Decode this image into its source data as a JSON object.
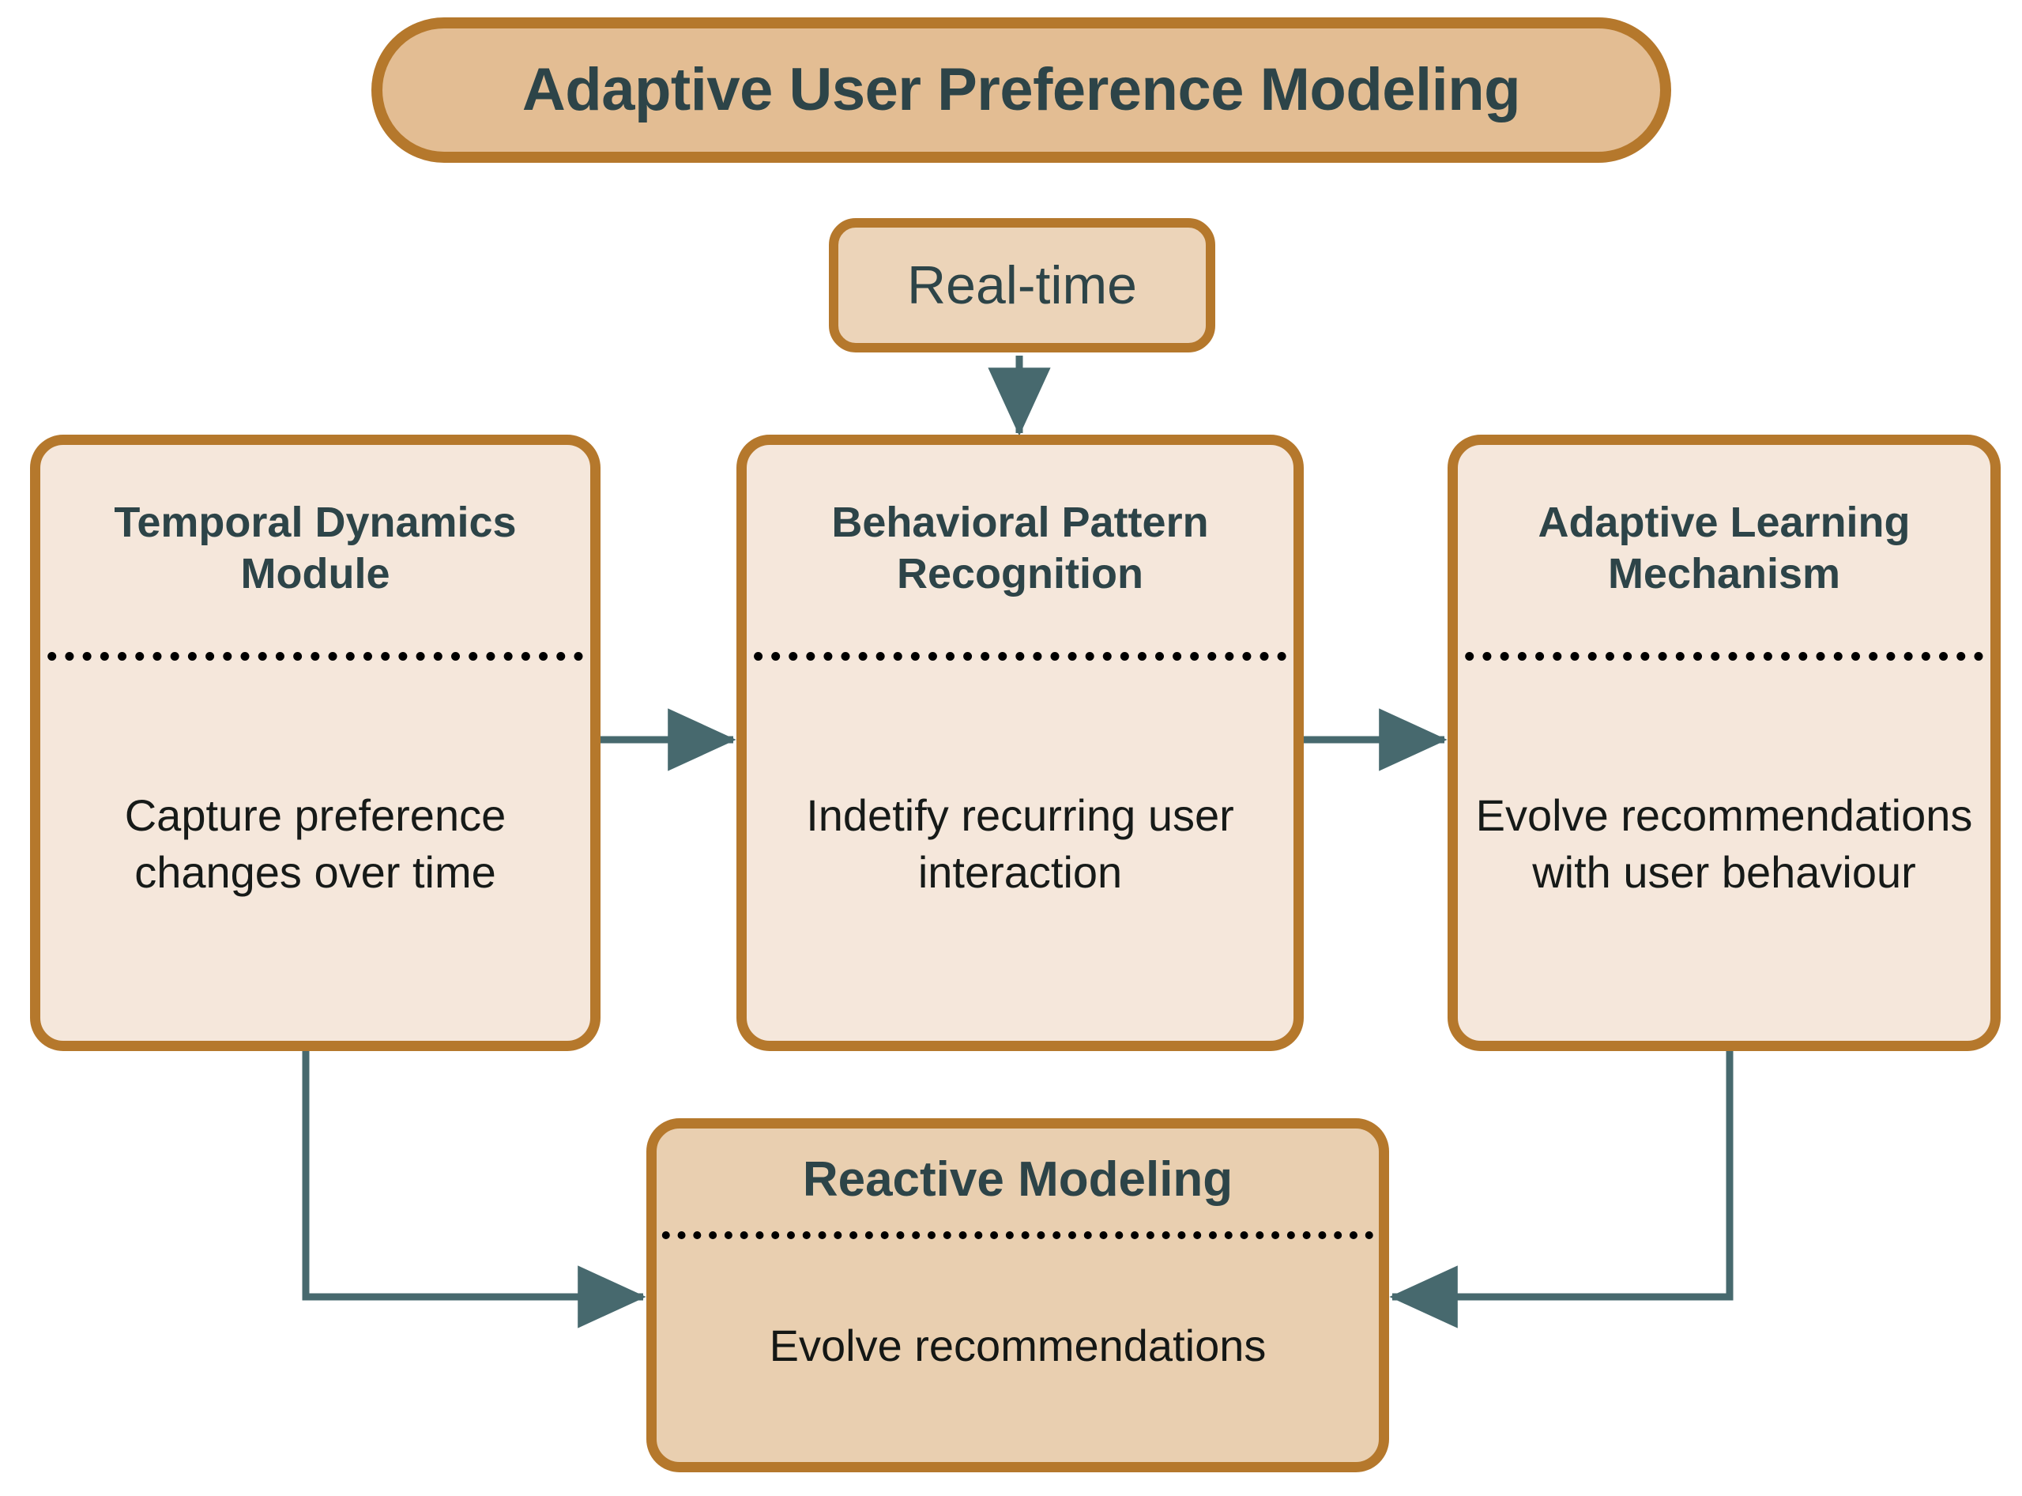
{
  "diagram": {
    "title": "Adaptive User Preference Modeling",
    "trigger": {
      "label": "Real-time"
    },
    "modules": [
      {
        "heading": "Temporal Dynamics Module",
        "description": "Capture preference changes over time"
      },
      {
        "heading": "Behavioral Pattern Recognition",
        "description": "Indetify recurring user interaction"
      },
      {
        "heading": "Adaptive Learning Mechanism",
        "description": "Evolve recommendations with user behaviour"
      }
    ],
    "outcome": {
      "heading": "Reactive Modeling",
      "description": "Evolve recommendations"
    },
    "connectors": [
      {
        "name": "realtime-to-behavioral",
        "kind": "arrow-down"
      },
      {
        "name": "temporal-to-behavioral",
        "kind": "arrow-right"
      },
      {
        "name": "behavioral-to-adaptive",
        "kind": "arrow-right"
      },
      {
        "name": "temporal-to-reactive",
        "kind": "elbow-down-right"
      },
      {
        "name": "adaptive-to-reactive",
        "kind": "elbow-down-left"
      }
    ],
    "colors": {
      "background": "#ffffff",
      "box_border": "#b5782c",
      "title_fill": "#e3bd93",
      "trigger_fill": "#ecd4b9",
      "module_fill": "#f5e7db",
      "outcome_fill": "#e9cfb0",
      "heading_text": "#2d4448",
      "body_text": "#161a18",
      "connector": "#47696e",
      "divider": "#000000"
    }
  }
}
